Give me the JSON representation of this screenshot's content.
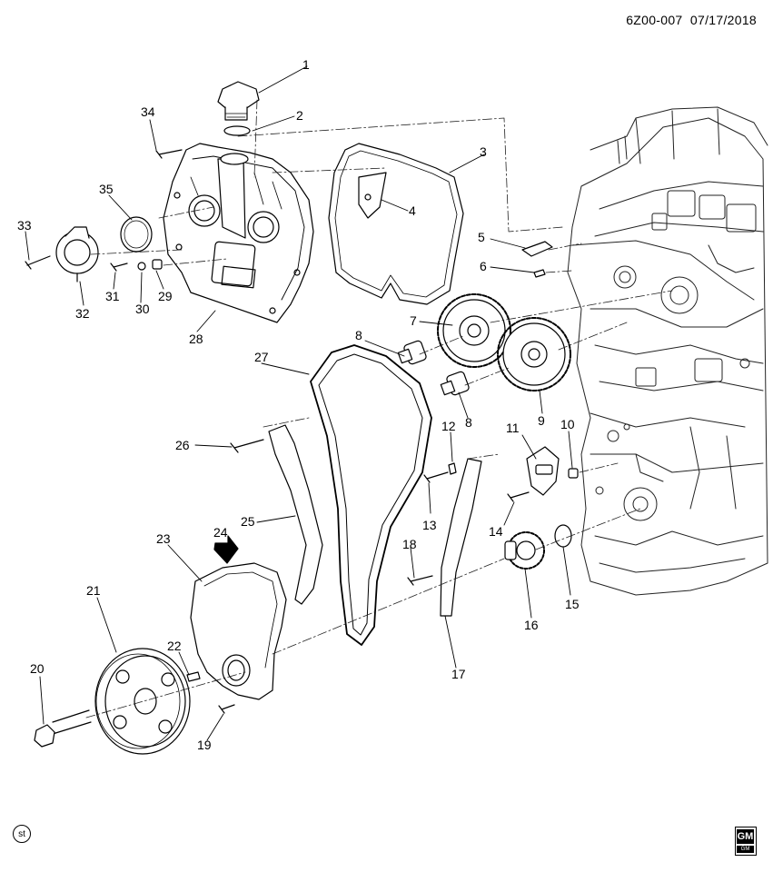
{
  "header": {
    "doc_code": "6Z00-007",
    "date": "07/17/2018"
  },
  "footer": {
    "st_badge": "st",
    "logo_text": "GM",
    "logo_sub": "GM"
  },
  "callouts": [
    "1",
    "2",
    "3",
    "4",
    "5",
    "6",
    "7",
    "8",
    "8",
    "9",
    "10",
    "11",
    "12",
    "13",
    "14",
    "15",
    "16",
    "17",
    "18",
    "19",
    "20",
    "21",
    "22",
    "23",
    "24",
    "25",
    "26",
    "27",
    "28",
    "29",
    "30",
    "31",
    "32",
    "33",
    "34",
    "35"
  ]
}
